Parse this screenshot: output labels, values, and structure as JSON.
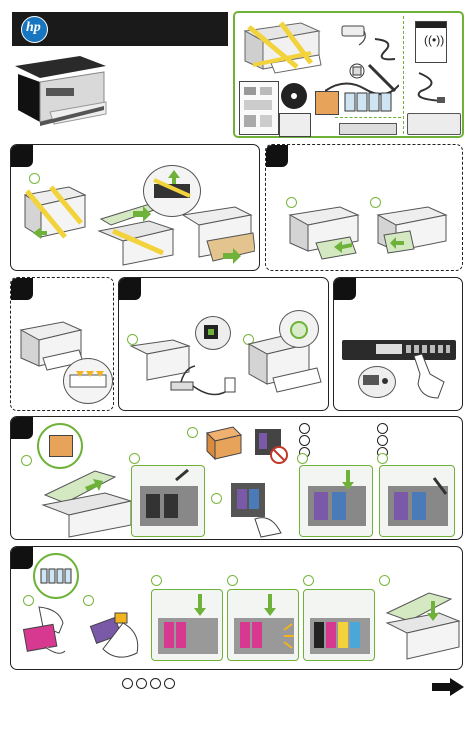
{
  "brand": {
    "logo_text": "hp"
  },
  "header": {
    "bg_color": "#1a1a1a"
  },
  "colors": {
    "accent_green": "#6fb23a",
    "panel_border": "#222222",
    "tape_yellow": "#f2d33c"
  },
  "icons": {
    "wireless": "wireless-icon",
    "usb": "usb-icon",
    "next": "next-page-arrow-icon"
  },
  "sections": [
    {
      "id": "box-contents"
    },
    {
      "id": "remove-tape"
    },
    {
      "id": "install-duplexer"
    },
    {
      "id": "load-paper"
    },
    {
      "id": "connect-power"
    },
    {
      "id": "control-panel"
    },
    {
      "id": "install-printheads"
    },
    {
      "id": "install-cartridges"
    }
  ],
  "footer": {
    "page_circles": 4
  }
}
